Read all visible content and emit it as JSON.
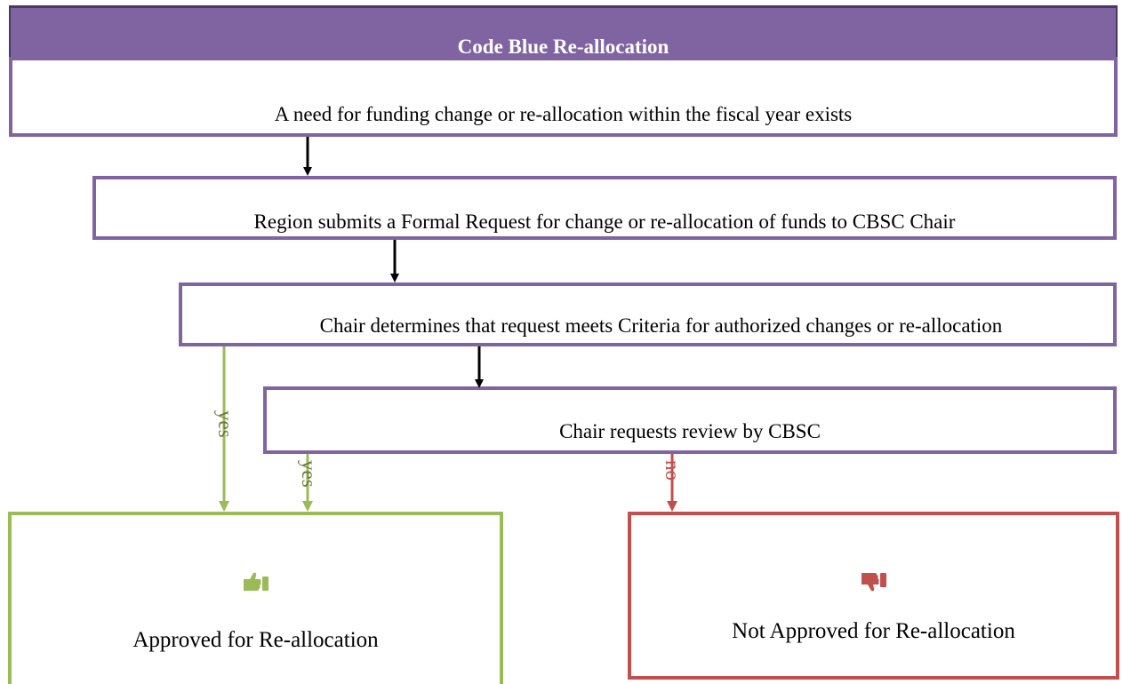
{
  "header": {
    "title": "Code Blue Re-allocation"
  },
  "steps": {
    "step1": "A need for funding change or re-allocation within the fiscal year exists",
    "step2": "Region submits a Formal Request for change or re-allocation of funds to CBSC Chair",
    "step3": "Chair determines that request meets Criteria for authorized changes or re-allocation",
    "step4": "Chair requests review by CBSC"
  },
  "edges": {
    "yes_1": "yes",
    "yes_2": "yes",
    "no": "no"
  },
  "outcomes": {
    "approved": {
      "label": "Approved for Re-allocation",
      "icon": "thumbs-up-icon",
      "color": "#9bbb59"
    },
    "denied": {
      "label": "Not Approved for Re-allocation",
      "icon": "thumbs-down-icon",
      "color": "#c0504d"
    }
  },
  "colors": {
    "header_fill": "#8064a2",
    "box_border": "#8064a2",
    "yes_arrow": "#9bbb59",
    "no_arrow": "#c0504d",
    "flow_arrow": "#000000"
  }
}
